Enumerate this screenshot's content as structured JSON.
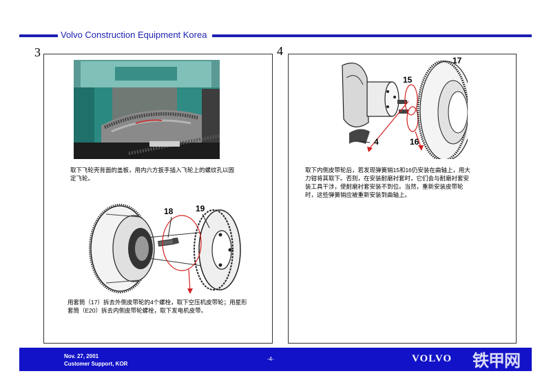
{
  "header": {
    "title": "Volvo Construction Equipment Korea"
  },
  "panels": [
    {
      "number": "3",
      "caption_top": "取下飞轮壳背面的盖板，用内六方扳手插入飞轮上的螺纹孔以固定飞轮。",
      "caption_bottom": "用套筒（17）拆去外侧皮带轮的4个螺栓，取下空压机皮带轮；用星形套筒（E20）拆去内侧皮带轮螺栓，取下发电机皮带。",
      "callouts": [
        "18",
        "19"
      ]
    },
    {
      "number": "4",
      "caption_top": "取下内侧皮带轮后，若发现弹簧销15和16仍安装在曲轴上，用大力钳将其取下。否则，在安装耐磨衬套时，它们会与耐磨衬套安装工具干涉，使耐磨衬套安装不到位。当然，重新安装皮带轮时，这些弹簧销应被重新安装到曲轴上。",
      "callouts": [
        "17",
        "15",
        "4",
        "16"
      ]
    }
  ],
  "footer": {
    "date": "Nov. 27, 2001",
    "support": "Customer Support, KOR",
    "page": "-4-",
    "brand": "VOLVO"
  },
  "watermark": "铁甲网",
  "colors": {
    "brand_blue": "#1212c8",
    "header_blue": "#1b1fb0",
    "callout_red": "#d42020"
  }
}
